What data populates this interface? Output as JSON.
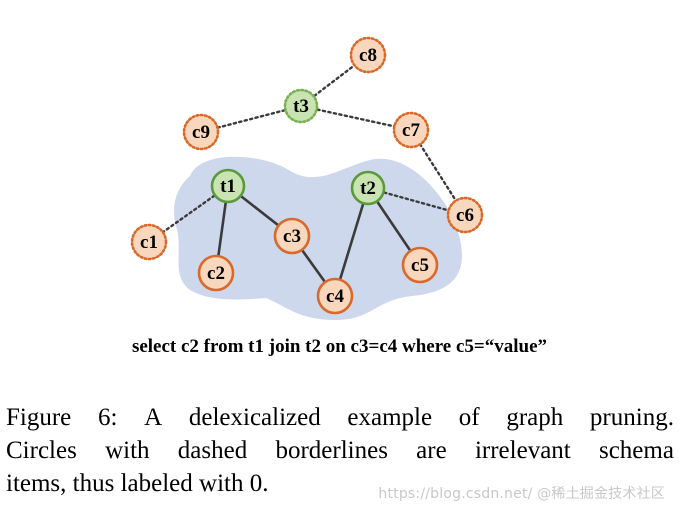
{
  "diagram": {
    "nodes": [
      {
        "id": "c8",
        "label": "c8",
        "kind": "column",
        "relevant": false
      },
      {
        "id": "t3",
        "label": "t3",
        "kind": "table",
        "relevant": false
      },
      {
        "id": "c9",
        "label": "c9",
        "kind": "column",
        "relevant": false
      },
      {
        "id": "c7",
        "label": "c7",
        "kind": "column",
        "relevant": false
      },
      {
        "id": "t1",
        "label": "t1",
        "kind": "table",
        "relevant": true
      },
      {
        "id": "t2",
        "label": "t2",
        "kind": "table",
        "relevant": true
      },
      {
        "id": "c6",
        "label": "c6",
        "kind": "column",
        "relevant": false
      },
      {
        "id": "c1",
        "label": "c1",
        "kind": "column",
        "relevant": false
      },
      {
        "id": "c3",
        "label": "c3",
        "kind": "column",
        "relevant": true
      },
      {
        "id": "c5",
        "label": "c5",
        "kind": "column",
        "relevant": true
      },
      {
        "id": "c2",
        "label": "c2",
        "kind": "column",
        "relevant": true
      },
      {
        "id": "c4",
        "label": "c4",
        "kind": "column",
        "relevant": true
      }
    ],
    "edges": [
      {
        "from": "t3",
        "to": "c8",
        "style": "dotted"
      },
      {
        "from": "t3",
        "to": "c9",
        "style": "dotted"
      },
      {
        "from": "t3",
        "to": "c7",
        "style": "dotted"
      },
      {
        "from": "c7",
        "to": "c6",
        "style": "dotted"
      },
      {
        "from": "t2",
        "to": "c6",
        "style": "dotted"
      },
      {
        "from": "t1",
        "to": "c1",
        "style": "dotted"
      },
      {
        "from": "t1",
        "to": "c2",
        "style": "solid"
      },
      {
        "from": "t1",
        "to": "c3",
        "style": "solid"
      },
      {
        "from": "c3",
        "to": "c4",
        "style": "solid"
      },
      {
        "from": "c4",
        "to": "t2",
        "style": "solid"
      },
      {
        "from": "t2",
        "to": "c5",
        "style": "solid"
      }
    ],
    "sql": "select c2 from t1 join t2 on c3=c4 where c5=“value”"
  },
  "caption": {
    "line1_words": [
      "Figure",
      "6:",
      "A",
      "delexicalized",
      "example",
      "of",
      "graph",
      "pruning."
    ],
    "line2_words": [
      "Circles",
      "with",
      "dashed",
      "borderlines",
      "are",
      "irrelevant",
      "schema"
    ],
    "line3": "items, thus labeled with 0."
  },
  "watermark": "https://blog.csdn.net/  @稀土掘金技术社区",
  "colors": {
    "table_fill": "#c9e3b2",
    "table_stroke_relevant": "#5a9a3a",
    "table_stroke_irrelevant": "#79b152",
    "column_fill": "#f9d7bd",
    "column_stroke": "#d9692a",
    "blob_fill": "#cdd8ec",
    "edge_color": "#3b3b3b"
  }
}
